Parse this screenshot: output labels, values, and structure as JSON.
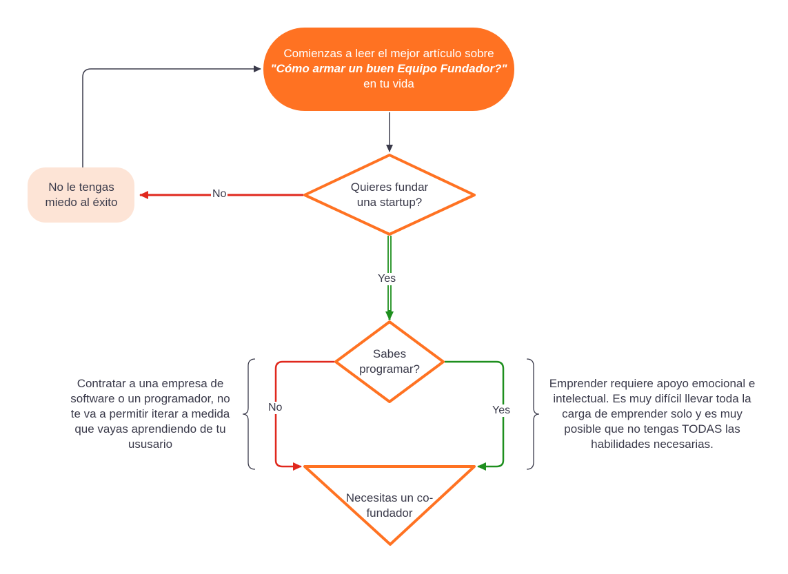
{
  "start": {
    "line1": "Comienzas a leer el mejor artículo sobre",
    "title": "\"Cómo armar un buen Equipo Fundador?\"",
    "suffix": "en tu vida"
  },
  "decision1": {
    "text": "Quieres fundar una startup?"
  },
  "side_box": {
    "text": "No le tengas miedo al éxito"
  },
  "decision2": {
    "text": "Sabes programar?"
  },
  "result": {
    "text": "Necesitas un co-fundador"
  },
  "labels": {
    "no1": "No",
    "yes1": "Yes",
    "no2": "No",
    "yes2": "Yes"
  },
  "notes": {
    "left": "Contratar a una empresa de software o un programador, no te va a permitir iterar a medida que vayas aprendiendo de tu ususario",
    "right": "Emprender requiere apoyo emocional e intelectual. Es muy difícil llevar toda la carga de emprender solo y es muy posible que no tengas TODAS las habilidades necesarias."
  },
  "colors": {
    "orange": "#ff7222",
    "peach": "#fde4d6",
    "red": "#e0281d",
    "green": "#1e8f1e",
    "dark": "#3a3a4a"
  }
}
